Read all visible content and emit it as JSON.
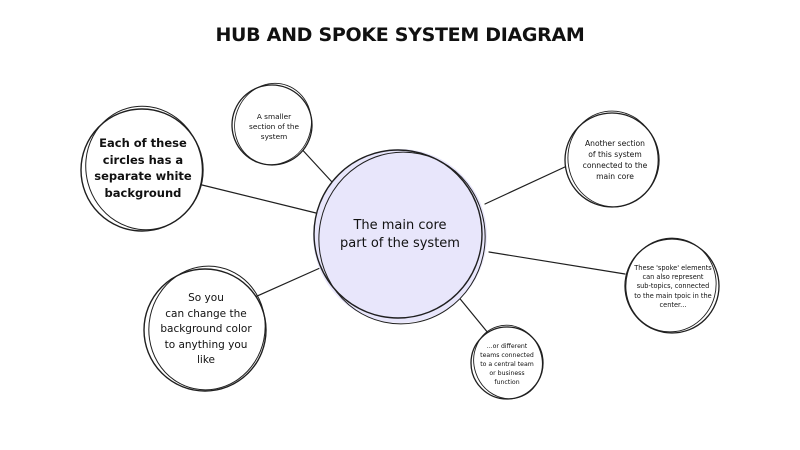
{
  "title": "HUB AND SPOKE SYSTEM DIAGRAM",
  "hub": {
    "label": "The main core\npart of the system",
    "fill_color": "#e8e6fb"
  },
  "spokes": [
    {
      "id": "n1",
      "label": "Each of these\ncircles has a\nseparate white\nbackground"
    },
    {
      "id": "n2",
      "label": "A smaller\nsection of the\nsystem"
    },
    {
      "id": "n3",
      "label": "Another section\nof this system\nconnected to the\nmain core"
    },
    {
      "id": "n4",
      "label": "These 'spoke' elements\ncan also represent\nsub-topics, connected\nto the main tpoic in the\ncenter..."
    },
    {
      "id": "n5",
      "label": "...or different\nteams connected\nto a central team\nor business\nfunction"
    },
    {
      "id": "n6",
      "label": "So you\ncan change the\nbackground color\nto anything you\nlike"
    }
  ],
  "colors": {
    "stroke": "#1f1f1f",
    "node_fill": "#ffffff"
  }
}
